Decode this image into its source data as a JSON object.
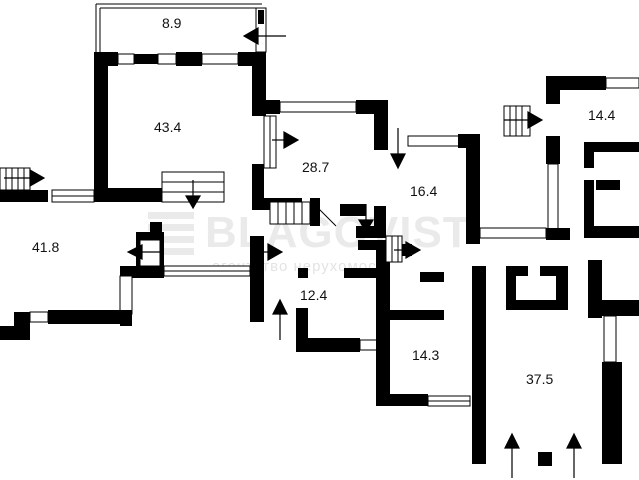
{
  "floor_plan": {
    "rooms": [
      {
        "id": "r1",
        "area": "8.9"
      },
      {
        "id": "r2",
        "area": "43.4"
      },
      {
        "id": "r3",
        "area": "28.7"
      },
      {
        "id": "r4",
        "area": "16.4"
      },
      {
        "id": "r5",
        "area": "14.4"
      },
      {
        "id": "r6",
        "area": "41.8"
      },
      {
        "id": "r7",
        "area": "12.4"
      },
      {
        "id": "r8",
        "area": "14.3"
      },
      {
        "id": "r9",
        "area": "37.5"
      }
    ],
    "colors": {
      "wall": "#000000",
      "background": "#ffffff",
      "watermark": "#d9d9d9"
    }
  },
  "watermark": {
    "brand": "BLAGOVIST",
    "tagline": "агентство нерухомості",
    "logo_icon": "blagovist-logo-icon"
  }
}
